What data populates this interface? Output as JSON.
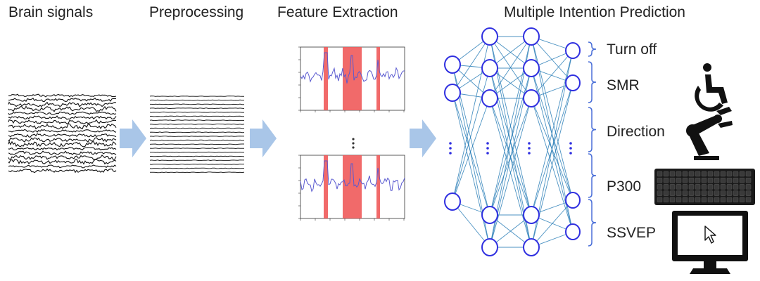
{
  "stages": [
    {
      "id": "brain",
      "label": "Brain signals"
    },
    {
      "id": "pre",
      "label": "Preprocessing"
    },
    {
      "id": "feat",
      "label": "Feature Extraction"
    },
    {
      "id": "mip",
      "label": "Multiple Intention Prediction"
    }
  ],
  "outputs": [
    {
      "label": "Turn off"
    },
    {
      "label": "SMR"
    },
    {
      "label": "Direction"
    },
    {
      "label": "P300"
    },
    {
      "label": "SSVEP"
    }
  ],
  "colors": {
    "arrow": "#a9c6e8",
    "node": "#2f2fe0",
    "edge": "#2c7fb8",
    "bracket": "#4a6fd8",
    "highlight": "#f05a5a",
    "spectrum": "#5a5ad0"
  },
  "icons": [
    "wheelchair-icon",
    "robot-arm-icon",
    "keyboard-icon",
    "monitor-icon",
    "cursor-icon"
  ]
}
